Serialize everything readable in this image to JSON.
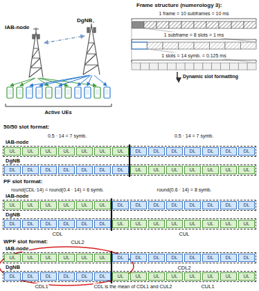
{
  "diagram": {
    "nodes": [
      {
        "text": [
          "IAB-node"
        ]
      },
      {
        "text": [
          "UL"
        ],
        "in": 0
      },
      {
        "text": [
          "UL"
        ],
        "in": 0
      },
      {
        "text": [
          "UL"
        ],
        "in": 0
      },
      {
        "text": [
          "UL"
        ],
        "in": 0
      },
      {
        "text": [
          "UL"
        ],
        "in": 0
      },
      {
        "text": [
          "UL"
        ],
        "in": 0
      },
      {
        "text": [
          "UL"
        ],
        "in": 0
      },
      {
        "text": [
          "DL"
        ],
        "in": 0
      },
      {
        "text": [
          "DL"
        ],
        "in": 0
      },
      {
        "text": [
          "DL"
        ],
        "in": 0
      },
      {
        "text": [
          "DL"
        ],
        "in": 0
      },
      {
        "text": [
          "DL"
        ],
        "in": 0
      },
      {
        "text": [
          "DL"
        ],
        "in": 0
      },
      {
        "text": [
          "DL"
        ],
        "in": 0
      },
      {
        "text": [
          "DgNB"
        ]
      },
      {
        "text": [
          "DL"
        ],
        "in": 15
      },
      {
        "text": [
          "DL"
        ],
        "in": 15
      },
      {
        "text": [
          "DL"
        ],
        "in": 15
      },
      {
        "text": [
          "DL"
        ],
        "in": 15
      },
      {
        "text": [
          "DL"
        ],
        "in": 15
      },
      {
        "text": [
          "DL"
        ],
        "in": 15
      },
      {
        "text": [
          "DL"
        ],
        "in": 15
      },
      {
        "text": [
          "UL"
        ],
        "in": 15
      },
      {
        "text": [
          "UL"
        ],
        "in": 15
      },
      {
        "text": [
          "UL"
        ],
        "in": 15
      },
      {
        "text": [
          "UL"
        ],
        "in": 15
      },
      {
        "text": [
          "UL"
        ],
        "in": 15
      },
      {
        "text": [
          "UL"
        ],
        "in": 15
      },
      {
        "text": [
          "UL"
        ],
        "in": 15
      },
      {
        "text": [
          "IAB-node"
        ]
      },
      {
        "text": [
          "UL"
        ],
        "in": 30
      },
      {
        "text": [
          "UL"
        ],
        "in": 30
      },
      {
        "text": [
          "UL"
        ],
        "in": 30
      },
      {
        "text": [
          "UL"
        ],
        "in": 30
      },
      {
        "text": [
          "UL"
        ],
        "in": 30
      },
      {
        "text": [
          "UL"
        ],
        "in": 30
      },
      {
        "text": [
          "DL"
        ],
        "in": 30
      },
      {
        "text": [
          "DL"
        ],
        "in": 30
      },
      {
        "text": [
          "DL"
        ],
        "in": 30
      },
      {
        "text": [
          "DL"
        ],
        "in": 30
      },
      {
        "text": [
          "DL"
        ],
        "in": 30
      },
      {
        "text": [
          "DL"
        ],
        "in": 30
      },
      {
        "text": [
          "DL"
        ],
        "in": 30
      },
      {
        "text": [
          "DL"
        ],
        "in": 30
      },
      {
        "text": [
          "DgNB"
        ]
      },
      {
        "text": [
          "DL"
        ],
        "in": 45
      },
      {
        "text": [
          "DL"
        ],
        "in": 45
      },
      {
        "text": [
          "DL"
        ],
        "in": 45
      },
      {
        "text": [
          "DL"
        ],
        "in": 45
      },
      {
        "text": [
          "DL"
        ],
        "in": 45
      },
      {
        "text": [
          "DL"
        ],
        "in": 45
      },
      {
        "text": [
          "UL"
        ],
        "in": 45
      },
      {
        "text": [
          "UL"
        ],
        "in": 45
      },
      {
        "text": [
          "UL"
        ],
        "in": 45
      },
      {
        "text": [
          "UL"
        ],
        "in": 45
      },
      {
        "text": [
          "UL"
        ],
        "in": 45
      },
      {
        "text": [
          "UL"
        ],
        "in": 45
      },
      {
        "text": [
          "UL"
        ],
        "in": 45
      },
      {
        "text": [
          "UL"
        ],
        "in": 45
      },
      {
        "text": [
          "IAB-node"
        ]
      },
      {
        "text": [
          "UL"
        ],
        "in": 60
      },
      {
        "text": [
          "UL"
        ],
        "in": 60
      },
      {
        "text": [
          "UL"
        ],
        "in": 60
      },
      {
        "text": [
          "UL"
        ],
        "in": 60
      },
      {
        "text": [
          "UL"
        ],
        "in": 60
      },
      {
        "text": [
          "UL"
        ],
        "in": 60
      },
      {
        "text": [
          "DL"
        ],
        "in": 60
      },
      {
        "text": [
          "DL"
        ],
        "in": 60
      },
      {
        "text": [
          "DL"
        ],
        "in": 60
      },
      {
        "text": [
          "DL"
        ],
        "in": 60
      },
      {
        "text": [
          "DL"
        ],
        "in": 60
      },
      {
        "text": [
          "DL"
        ],
        "in": 60
      },
      {
        "text": [
          "DL"
        ],
        "in": 60
      },
      {
        "text": [
          "DL"
        ],
        "in": 60
      },
      {
        "text": [
          "DgNB"
        ]
      },
      {
        "text": [
          "DL"
        ],
        "in": 75
      },
      {
        "text": [
          "DL"
        ],
        "in": 75
      },
      {
        "text": [
          "DL"
        ],
        "in": 75
      },
      {
        "text": [
          "DL"
        ],
        "in": 75
      },
      {
        "text": [
          "DL"
        ],
        "in": 75
      },
      {
        "text": [
          "DL"
        ],
        "in": 75
      },
      {
        "text": [
          "UL"
        ],
        "in": 75
      },
      {
        "text": [
          "UL"
        ],
        "in": 75
      },
      {
        "text": [
          "UL"
        ],
        "in": 75
      },
      {
        "text": [
          "UL"
        ],
        "in": 75
      },
      {
        "text": [
          "UL"
        ],
        "in": 75
      },
      {
        "text": [
          "UL"
        ],
        "in": 75
      },
      {
        "text": [
          "UL"
        ],
        "in": 75
      },
      {
        "text": [
          "UL"
        ],
        "in": 75
      }
    ],
    "labels": [
      "IAB-node",
      "DgNB",
      "Active UEs",
      "Frame structure (numerology 3):",
      "1 frame = 10 subframes = 10 ms",
      "1 subframe = 8 slots = 1 ms",
      "1 slots = 14 symb. = 0.125 ms",
      "Dynamic slot formatting",
      "50/50 slot format:",
      "0.5 · 14 = 7 symb.",
      "0.5 · 14 = 7 symb.",
      "PF slot format:",
      "round(CDL·14) = round(0.4 · 14) = 6 symb.",
      "round(0.6 · 14) = 8 symb.",
      "CDL",
      "CUL",
      "WPF slot format:",
      "CUL2",
      "CDL2",
      "CDL1",
      "CDL is the mean of CDL1 and CUL2",
      "CUL1"
    ]
  }
}
